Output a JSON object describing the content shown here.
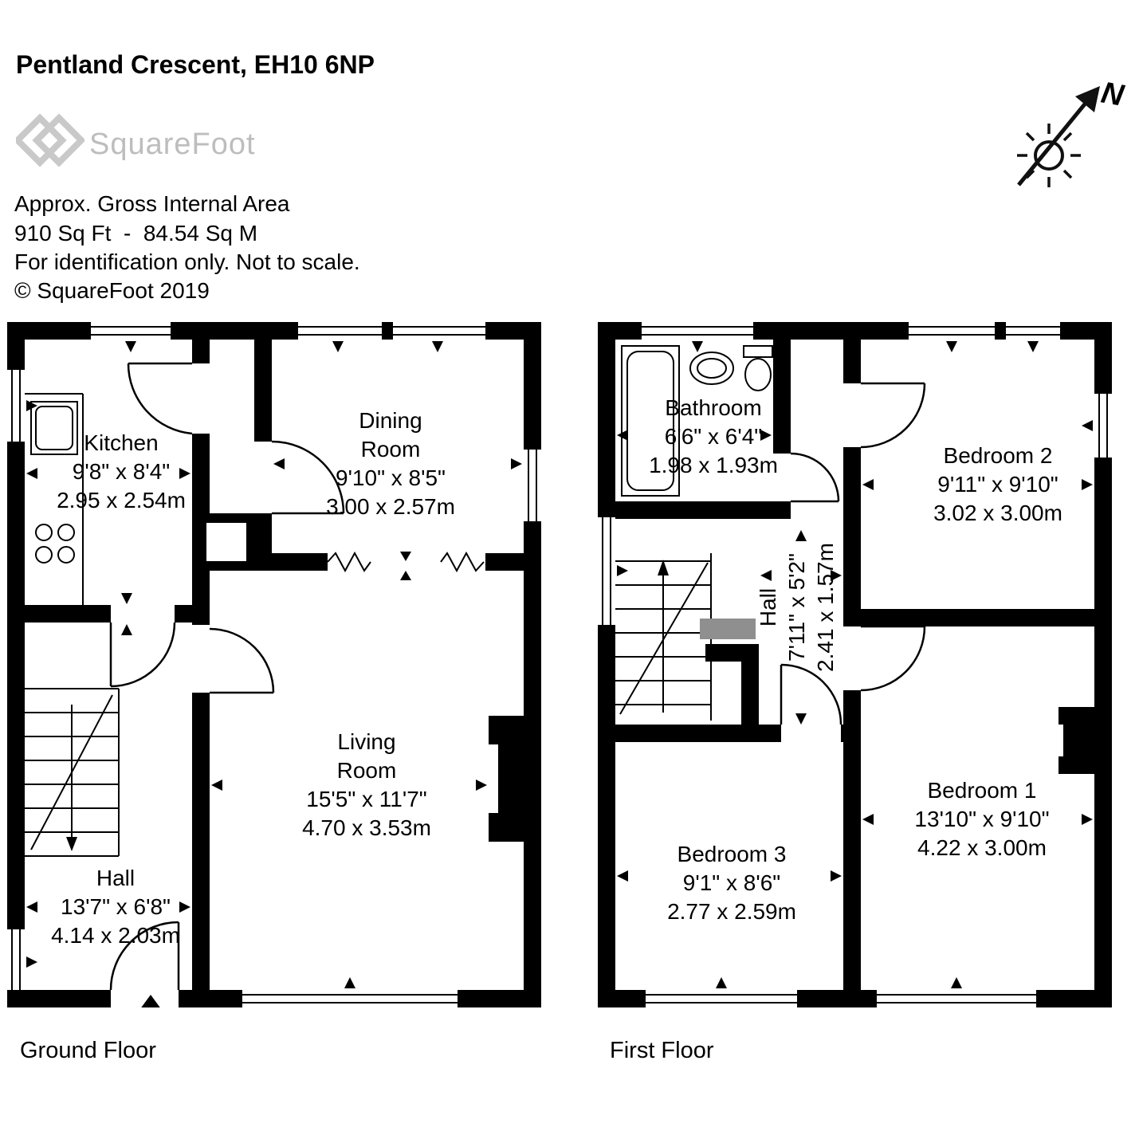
{
  "header": {
    "title": "Pentland Crescent, EH10 6NP",
    "brand": "SquareFoot",
    "area_label": "Approx. Gross Internal Area",
    "area_value": "910 Sq Ft  -  84.54 Sq M",
    "disclaimer": "For identification only. Not to scale.",
    "copyright": "© SquareFoot 2019"
  },
  "compass": {
    "north_label": "N"
  },
  "floors": {
    "ground": {
      "caption": "Ground Floor",
      "rooms": {
        "kitchen": {
          "name": "Kitchen",
          "imperial": "9'8\" x 8'4\"",
          "metric": "2.95 x 2.54m"
        },
        "dining": {
          "name1": "Dining",
          "name2": "Room",
          "imperial": "9'10\" x 8'5\"",
          "metric": "3.00 x 2.57m"
        },
        "living": {
          "name1": "Living",
          "name2": "Room",
          "imperial": "15'5\" x 11'7\"",
          "metric": "4.70 x 3.53m"
        },
        "hall": {
          "name": "Hall",
          "imperial": "13'7\" x 6'8\"",
          "metric": "4.14 x 2.03m"
        }
      }
    },
    "first": {
      "caption": "First Floor",
      "rooms": {
        "bathroom": {
          "name": "Bathroom",
          "imperial": "6'6\" x 6'4\"",
          "metric": "1.98 x 1.93m"
        },
        "bedroom2": {
          "name": "Bedroom 2",
          "imperial": "9'11\" x 9'10\"",
          "metric": "3.02 x 3.00m"
        },
        "hall": {
          "name": "Hall",
          "imperial": "7'11\" x 5'2\"",
          "metric": "2.41 x 1.57m"
        },
        "bedroom3": {
          "name": "Bedroom 3",
          "imperial": "9'1\" x 8'6\"",
          "metric": "2.77 x 2.59m"
        },
        "bedroom1": {
          "name": "Bedroom 1",
          "imperial": "13'10\" x 9'10\"",
          "metric": "4.22 x 3.00m"
        }
      }
    }
  },
  "colors": {
    "wall": "#000000",
    "brand_gray": "#bdbdbd"
  }
}
